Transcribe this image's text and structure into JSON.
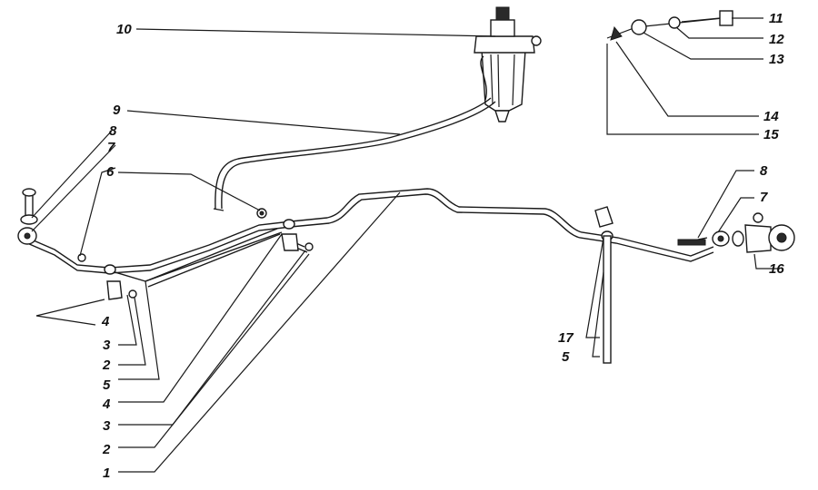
{
  "labels": {
    "l1": "1",
    "l2a": "2",
    "l2b": "2",
    "l3a": "3",
    "l3b": "3",
    "l4a": "4",
    "l4b": "4",
    "l5a": "5",
    "l5b": "5",
    "l6": "6",
    "l7a": "7",
    "l7b": "7",
    "l8a": "8",
    "l8b": "8",
    "l9": "9",
    "l10": "10",
    "l11": "11",
    "l12": "12",
    "l13": "13",
    "l14": "14",
    "l15": "15",
    "l16": "16",
    "l17": "17"
  }
}
